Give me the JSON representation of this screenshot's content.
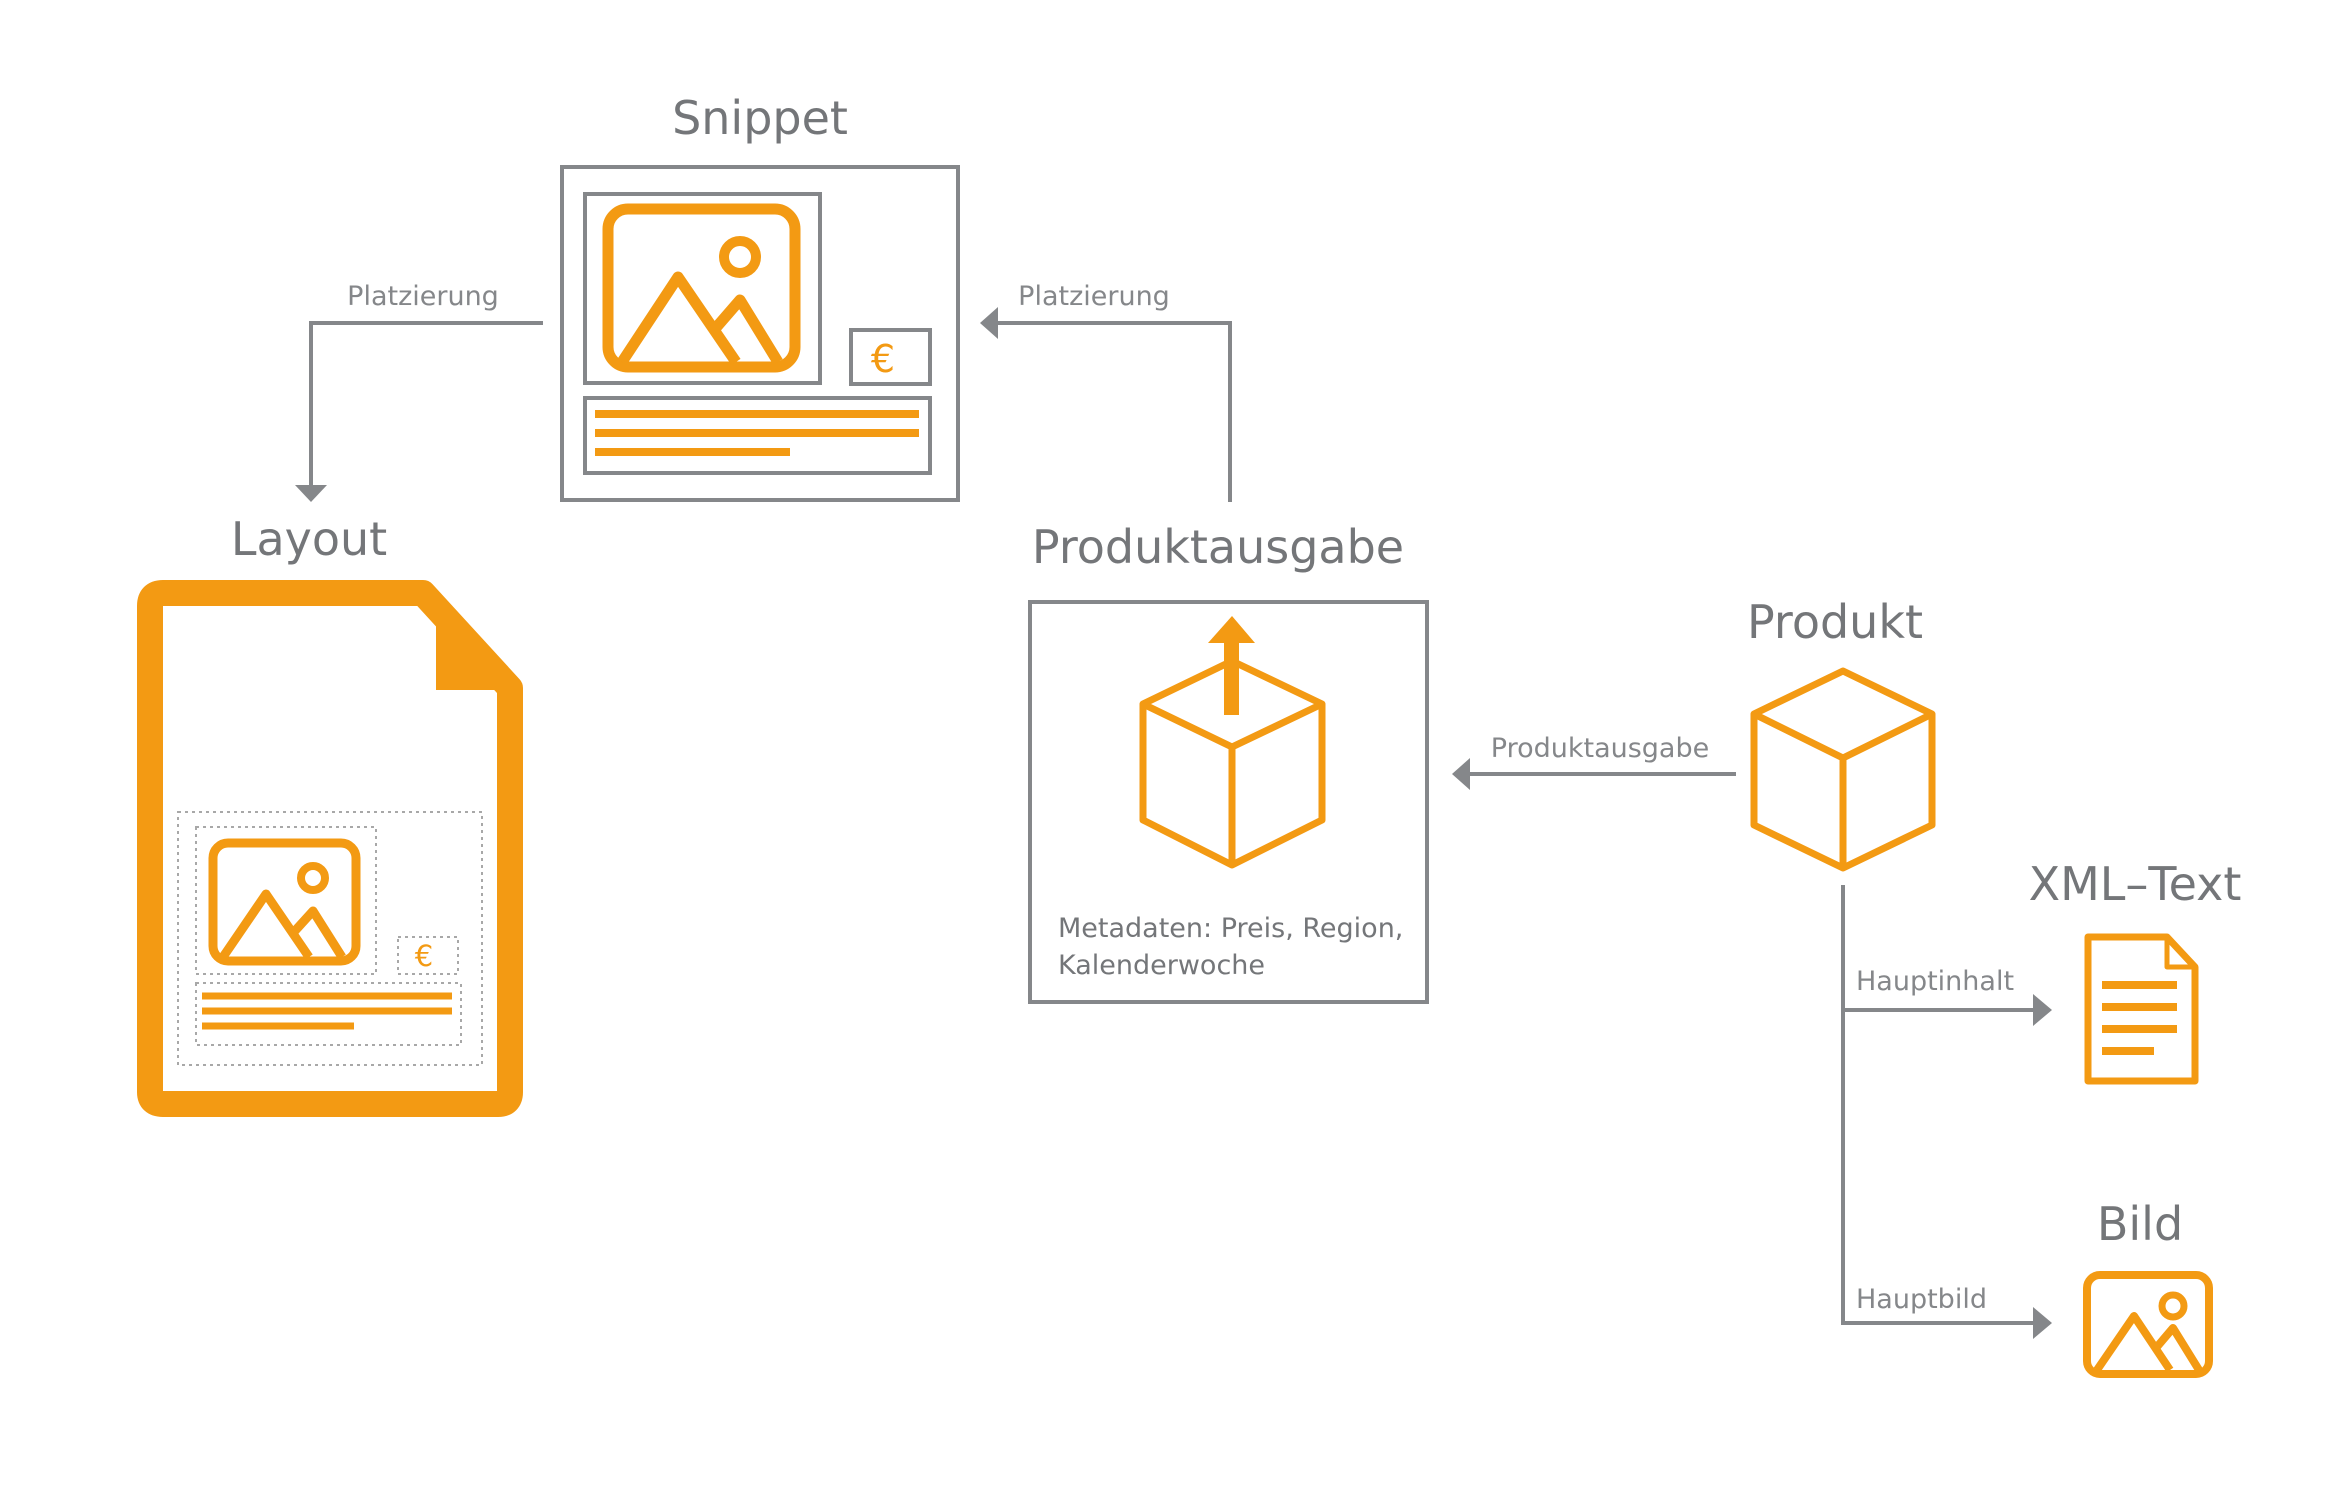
{
  "colors": {
    "accent": "#f39a13",
    "line": "#85878a",
    "text": "#747679",
    "background": "#ffffff"
  },
  "nodes": {
    "snippet": {
      "title": "Snippet",
      "icon": "snippet-card-icon"
    },
    "layout": {
      "title": "Layout",
      "icon": "document-page-icon"
    },
    "produktausgabe": {
      "title": "Produktausgabe",
      "icon": "box-export-icon",
      "meta_line1": "Metadaten: Preis, Region,",
      "meta_line2": "Kalenderwoche"
    },
    "produkt": {
      "title": "Produkt",
      "icon": "cube-icon"
    },
    "xml_text": {
      "title": "XML–Text",
      "icon": "text-document-icon"
    },
    "bild": {
      "title": "Bild",
      "icon": "image-icon"
    }
  },
  "edges": {
    "snippet_to_layout": "Platzierung",
    "produktausgabe_to_snippet": "Platzierung",
    "produkt_to_produktausgabe": "Produktausgabe",
    "produkt_to_xml": "Hauptinhalt",
    "produkt_to_bild": "Hauptbild"
  },
  "currency_symbol": "€"
}
